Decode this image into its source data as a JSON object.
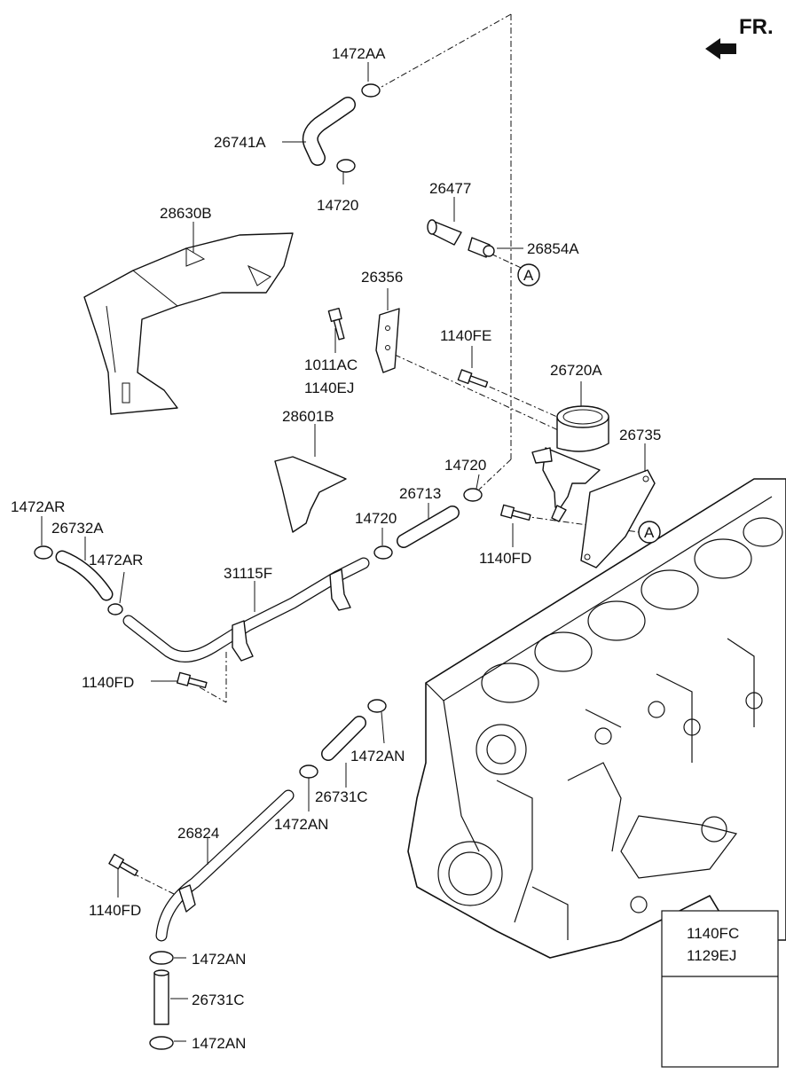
{
  "direction": "FR.",
  "callout": "A",
  "labels": {
    "l_1472AA": "1472AA",
    "l_26741A": "26741A",
    "l_14720_top": "14720",
    "l_26477": "26477",
    "l_26854A": "26854A",
    "l_28630B": "28630B",
    "l_26356": "26356",
    "l_1011AC": "1011AC",
    "l_1140EJ": "1140EJ",
    "l_1140FE": "1140FE",
    "l_26720A": "26720A",
    "l_28601B": "28601B",
    "l_26735": "26735",
    "l_14720_mid": "14720",
    "l_26713": "26713",
    "l_14720_low": "14720",
    "l_1140FD_right": "1140FD",
    "l_1472AR_a": "1472AR",
    "l_26732A": "26732A",
    "l_1472AR_b": "1472AR",
    "l_31115F": "31115F",
    "l_1140FD_left": "1140FD",
    "l_1472AN_a": "1472AN",
    "l_26731C_a": "26731C",
    "l_1472AN_b": "1472AN",
    "l_26824": "26824",
    "l_1140FD_bottom": "1140FD",
    "l_1472AN_c": "1472AN",
    "l_26731C_b": "26731C",
    "l_1472AN_d": "1472AN"
  },
  "legend_box": {
    "line1": "1140FC",
    "line2": "1129EJ"
  },
  "icons": [
    "direction-arrow-icon",
    "bolt-icon",
    "hose-clamp-icon"
  ]
}
